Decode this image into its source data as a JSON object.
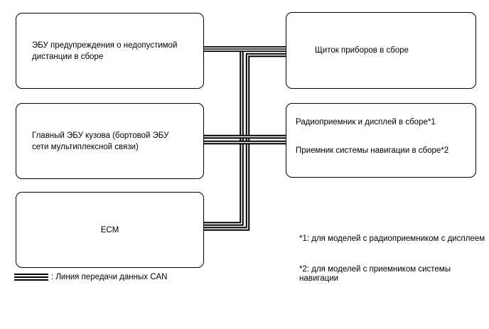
{
  "diagram": {
    "boxes": [
      {
        "id": "distance-warning-ecu",
        "label": "ЭБУ предупреждения о недопустимой\nдистанции в сборе"
      },
      {
        "id": "main-body-ecu",
        "label": "Главный ЭБУ кузова (бортовой ЭБУ\nсети мультиплексной связи)"
      },
      {
        "id": "ecm",
        "label": "ECM"
      },
      {
        "id": "instrument-cluster",
        "label": "Щиток приборов в сборе"
      },
      {
        "id": "radio-navigation",
        "lines": [
          "Радиоприемник и дисплей в сборе*1",
          "Приемник системы навигации в сборе*2"
        ]
      }
    ],
    "footnotes": [
      "*1: для моделей с радиоприемником с дисплеем",
      "*2: для моделей с приемником системы навигации"
    ],
    "legend": {
      "label": ": Линия передачи данных CAN",
      "symbol": "can-double-line"
    },
    "colors": {
      "line": "#000000",
      "background": "#ffffff"
    }
  }
}
